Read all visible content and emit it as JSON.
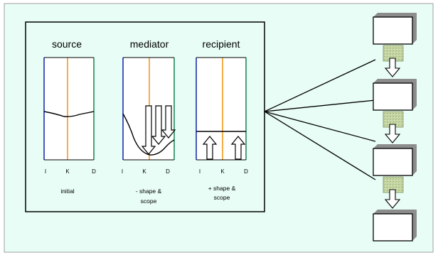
{
  "colors": {
    "background": "#e8fdf6",
    "frame": "#a0a0a0",
    "axis_left": "#1a2fb0",
    "axis_mid": "#f39a1a",
    "axis_right": "#1f8a5a",
    "box_face": "#ffffff",
    "box_shadow": "#8c8c8c",
    "connector_fill": "#c9d9a8"
  },
  "panels": [
    {
      "title": "source",
      "tick_labels": [
        "I",
        "K",
        "D"
      ],
      "caption_lines": [
        "initial"
      ]
    },
    {
      "title": "mediator",
      "tick_labels": [
        "I",
        "K",
        "D"
      ],
      "caption_lines": [
        "- shape &",
        "scope"
      ]
    },
    {
      "title": "recipient",
      "tick_labels": [
        "I",
        "K",
        "D"
      ],
      "caption_lines": [
        "+ shape &",
        "scope"
      ]
    }
  ],
  "chain": {
    "boxes": 4,
    "connectors": 3
  }
}
